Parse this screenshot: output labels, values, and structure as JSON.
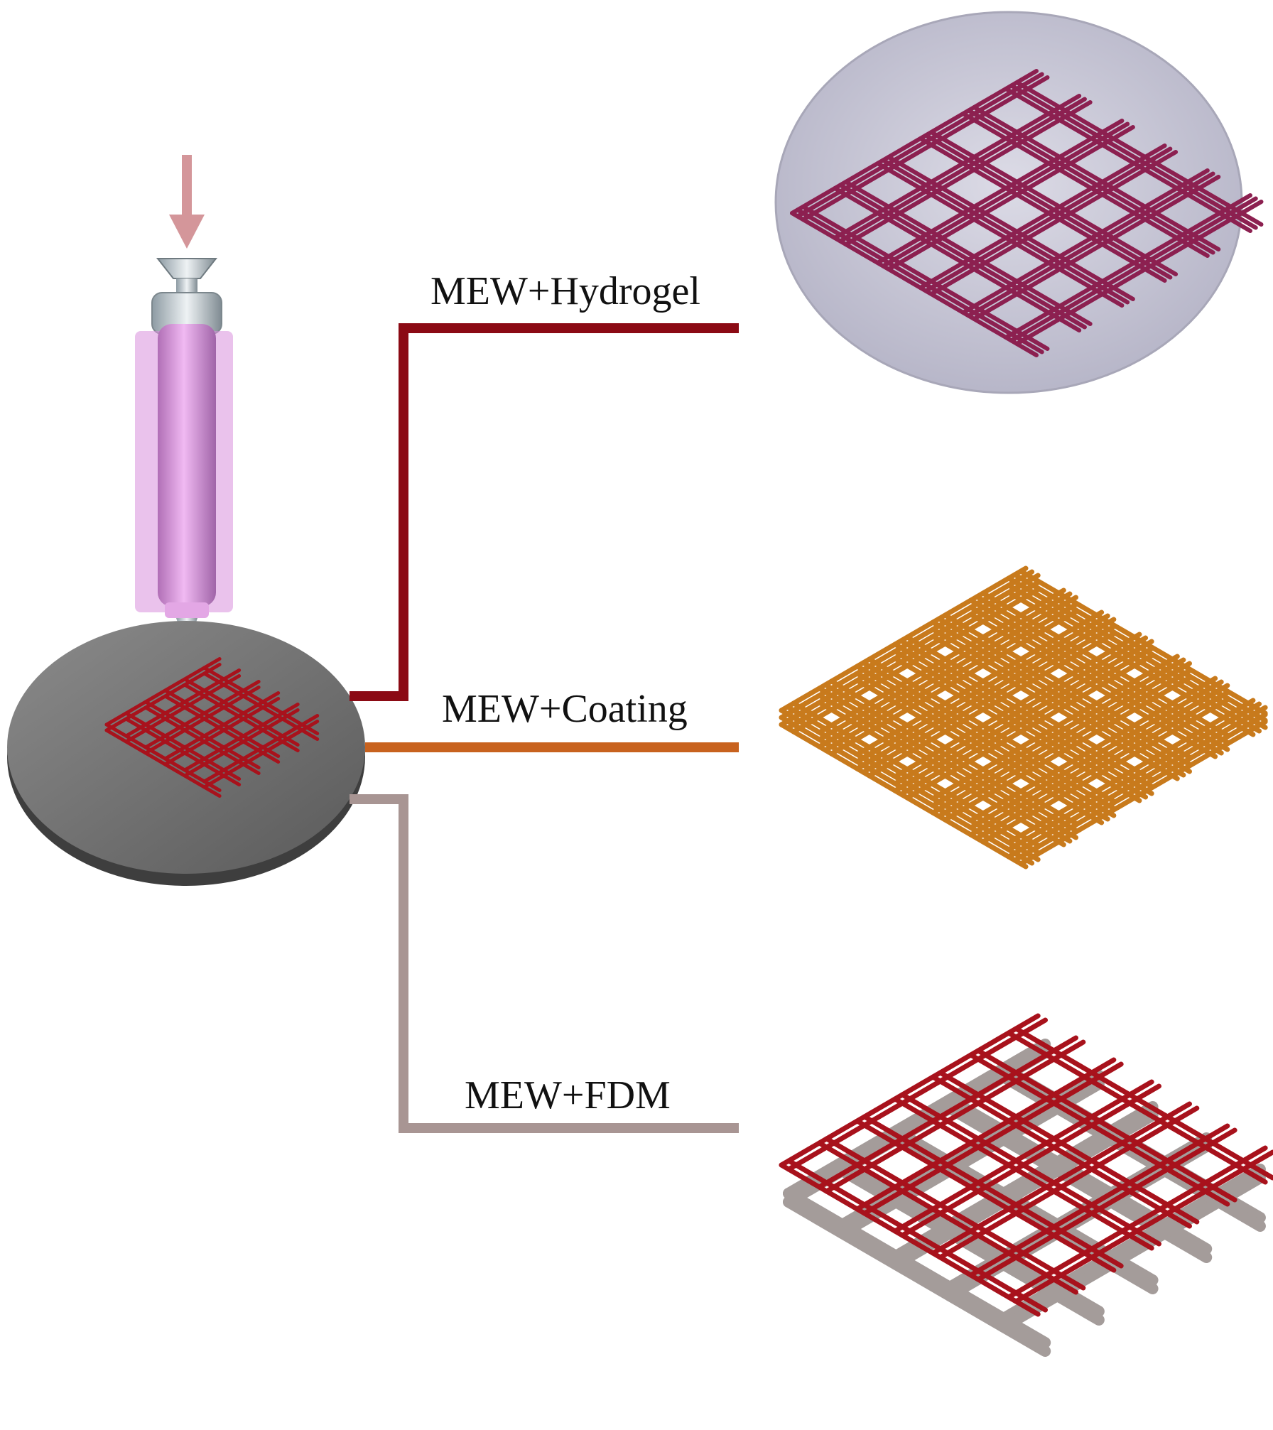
{
  "labels": {
    "hydrogel": "MEW+Hydrogel",
    "coating": "MEW+Coating",
    "fdm": "MEW+FDM"
  },
  "colors": {
    "hydrogel_line": "#8b0a14",
    "coating_line": "#c8621e",
    "fdm_line": "#a89593",
    "mew_fiber": "#a8121c",
    "coating_fiber": "#c87a1c",
    "fdm_fiber": "#a49c9a",
    "hydrogel_disc": "#c9c8d6",
    "collector": "#6f6f6f",
    "syringe": "#d58ad8",
    "arrow": "#d4969a"
  },
  "icons": {
    "syringe": "syringe-icon",
    "arrow": "down-arrow-icon",
    "collector": "collector-plate-icon"
  }
}
